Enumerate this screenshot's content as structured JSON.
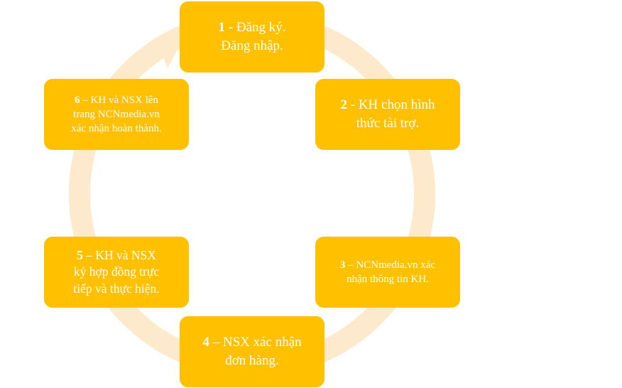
{
  "colors": {
    "box_fill": "#ffc000",
    "box_text": "#ffffff",
    "ring": "#fde9cc"
  },
  "steps": [
    {
      "number": "1",
      "text": " - Đăng  ký.\n       Đăng  nhập."
    },
    {
      "number": "2",
      "text": " - KH chọn hình\nthức tài trợ."
    },
    {
      "number": "3",
      "text": " – NCNmedia.vn xác\nnhận thông tin KH."
    },
    {
      "number": "4",
      "text": " – NSX xác nhận\nđơn hàng."
    },
    {
      "number": "5",
      "text": " – KH và  NSX\nký hợp đồng trực\ntiếp và  thực hiện."
    },
    {
      "number": "6",
      "text": " – KH và NSX lên\ntrang NCNmedia.vn\nxác nhận hoàn thành."
    }
  ]
}
